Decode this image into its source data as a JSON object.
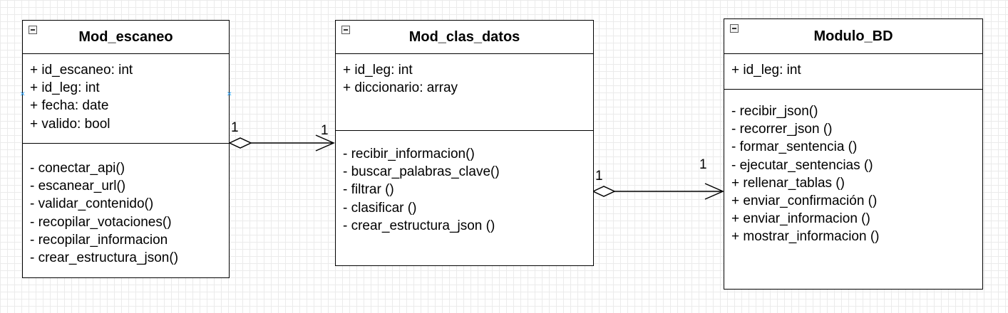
{
  "classes": [
    {
      "name": "Mod_escaneo",
      "attributes": [
        "+ id_escaneo: int",
        "+ id_leg: int",
        "+ fecha: date",
        "+ valido: bool"
      ],
      "methods": [
        "- conectar_api()",
        "- escanear_url()",
        "- validar_contenido()",
        "- recopilar_votaciones()",
        "- recopilar_informacion",
        "- crear_estructura_json()"
      ]
    },
    {
      "name": "Mod_clas_datos",
      "attributes": [
        "+ id_leg: int",
        "+ diccionario: array"
      ],
      "methods": [
        "- recibir_informacion()",
        "- buscar_palabras_clave()",
        "- filtrar ()",
        "- clasificar ()",
        "- crear_estructura_json ()"
      ]
    },
    {
      "name": "Modulo_BD",
      "attributes": [
        "+ id_leg: int"
      ],
      "methods": [
        "- recibir_json()",
        "- recorrer_json ()",
        "- formar_sentencia ()",
        "- ejecutar_sentencias ()",
        "+ rellenar_tablas ()",
        "+ enviar_confirmación ()",
        "+ enviar_informacion ()",
        "+ mostrar_informacion ()"
      ]
    }
  ],
  "relations": [
    {
      "type": "aggregation",
      "source_multiplicity": "1",
      "target_multiplicity": "1"
    },
    {
      "type": "aggregation",
      "source_multiplicity": "1",
      "target_multiplicity": "1"
    }
  ]
}
